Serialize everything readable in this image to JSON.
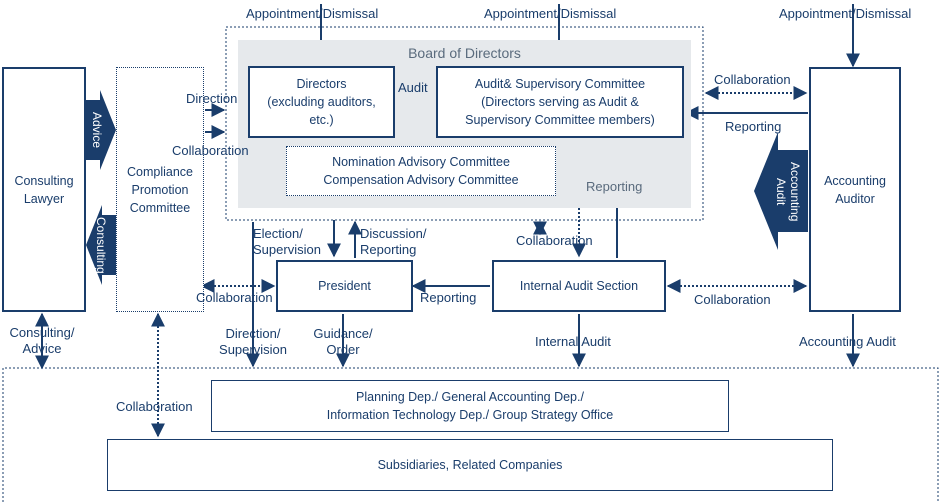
{
  "boxes": {
    "consulting_lawyer": "Consulting\nLawyer",
    "compliance_committee": "Compliance\nPromotion\nCommittee",
    "board_title": "Board of Directors",
    "directors": "Directors\n(excluding auditors,\netc.)",
    "audit_supervisory": "Audit& Supervisory Committee\n(Directors serving as Audit &\nSupervisory Committee members)",
    "nomination": "Nomination Advisory Committee\nCompensation Advisory Committee",
    "president": "President",
    "internal_audit": "Internal Audit Section",
    "accounting_auditor": "Accounting\nAuditor",
    "planning": "Planning Dep./ General Accounting Dep./\nInformation Technology Dep./ Group Strategy Office",
    "subsidiaries": "Subsidiaries, Related Companies"
  },
  "arrows": {
    "advice": "Advice",
    "consulting": "Consulting",
    "accounting_audit_vertical": "Accounting\nAudit"
  },
  "labels": {
    "appointment_1": "Appointment/Dismissal",
    "appointment_2": "Appointment/Dismissal",
    "appointment_3": "Appointment/Dismissal",
    "audit": "Audit",
    "direction": "Direction",
    "collaboration_1": "Collaboration",
    "collaboration_top_right": "Collaboration",
    "reporting_right": "Reporting",
    "reporting_board": "Reporting",
    "election": "Election/\nSupervision",
    "discussion": "Discussion/\nReporting",
    "collaboration_mid": "Collaboration",
    "collaboration_left": "Collaboration",
    "reporting_president": "Reporting",
    "collaboration_right": "Collaboration",
    "consulting_advice": "Consulting/\nAdvice",
    "direction_supervision": "Direction/\nSupervision",
    "guidance": "Guidance/\nOrder",
    "internal_audit": "Internal Audit",
    "accounting_audit": "Accounting Audit",
    "collaboration_bottom": "Collaboration"
  }
}
